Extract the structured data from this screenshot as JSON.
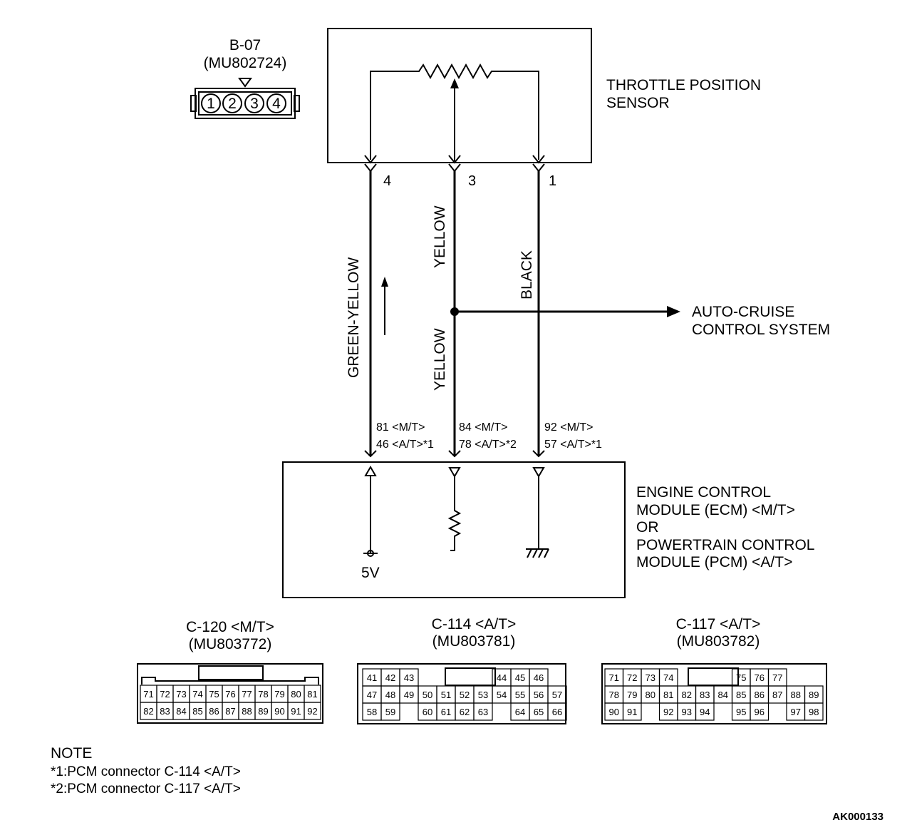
{
  "top_connector": {
    "id": "B-07",
    "part": "(MU802724)",
    "pins": [
      "1",
      "2",
      "3",
      "4"
    ]
  },
  "sensor": {
    "label_line1": "THROTTLE POSITION",
    "label_line2": "SENSOR",
    "pins": [
      "4",
      "3",
      "1"
    ]
  },
  "wires": {
    "left": "GREEN-YELLOW",
    "middle_upper": "YELLOW",
    "middle_lower": "YELLOW",
    "right": "BLACK"
  },
  "branch": {
    "line1": "AUTO-CRUISE",
    "line2": "CONTROL SYSTEM"
  },
  "terminals": {
    "left": [
      "81 <M/T>",
      "46 <A/T>*1"
    ],
    "middle": [
      "84 <M/T>",
      "78 <A/T>*2"
    ],
    "right": [
      "92 <M/T>",
      "57 <A/T>*1"
    ]
  },
  "module": {
    "lines": [
      "ENGINE CONTROL",
      "MODULE (ECM) <M/T>",
      "OR",
      "POWERTRAIN CONTROL",
      "MODULE (PCM) <A/T>"
    ],
    "voltage": "5V"
  },
  "connectors": [
    {
      "id": "C-120 <M/T>",
      "part": "(MU803772)",
      "rows": [
        [
          "71",
          "72",
          "73",
          "74",
          "75",
          "76",
          "77",
          "78",
          "79",
          "80",
          "81"
        ],
        [
          "82",
          "83",
          "84",
          "85",
          "86",
          "87",
          "88",
          "89",
          "90",
          "91",
          "92"
        ]
      ]
    },
    {
      "id": "C-114 <A/T>",
      "part": "(MU803781)",
      "rows": [
        [
          "41",
          "42",
          "43",
          "",
          "",
          "",
          "",
          "44",
          "45",
          "46"
        ],
        [
          "47",
          "48",
          "49",
          "50",
          "51",
          "52",
          "53",
          "54",
          "55",
          "56",
          "57"
        ],
        [
          "58",
          "59",
          "",
          "60",
          "61",
          "62",
          "63",
          "",
          "64",
          "65",
          "66"
        ]
      ]
    },
    {
      "id": "C-117 <A/T>",
      "part": "(MU803782)",
      "rows": [
        [
          "71",
          "72",
          "73",
          "74",
          "",
          "",
          "",
          "75",
          "76",
          "77"
        ],
        [
          "78",
          "79",
          "80",
          "81",
          "82",
          "83",
          "84",
          "85",
          "86",
          "87",
          "88",
          "89"
        ],
        [
          "90",
          "91",
          "",
          "92",
          "93",
          "94",
          "",
          "95",
          "96",
          "",
          "97",
          "98"
        ]
      ]
    }
  ],
  "note": {
    "title": "NOTE",
    "line1": "*1:PCM connector C-114 <A/T>",
    "line2": "*2:PCM connector C-117 <A/T>"
  },
  "figure_code": "AK000133"
}
